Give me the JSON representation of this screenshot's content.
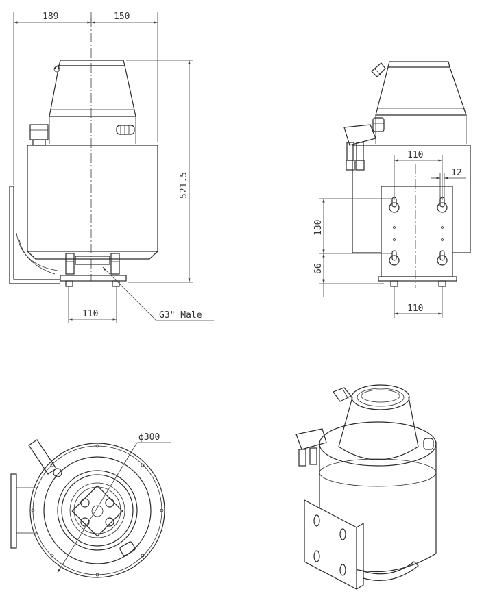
{
  "colors": {
    "line": "#2a2a2a",
    "background": "#ffffff"
  },
  "dimensions": {
    "front": {
      "left_width": "189",
      "right_width": "150",
      "height": "521.5",
      "base_spacing": "110",
      "thread": "G3\" Male"
    },
    "side": {
      "hole_spacing_top": "110",
      "slot_width": "12",
      "vertical_spacing": "130",
      "bottom_offset": "66",
      "base_spacing": "110"
    },
    "top": {
      "diameter": "ϕ300"
    }
  }
}
